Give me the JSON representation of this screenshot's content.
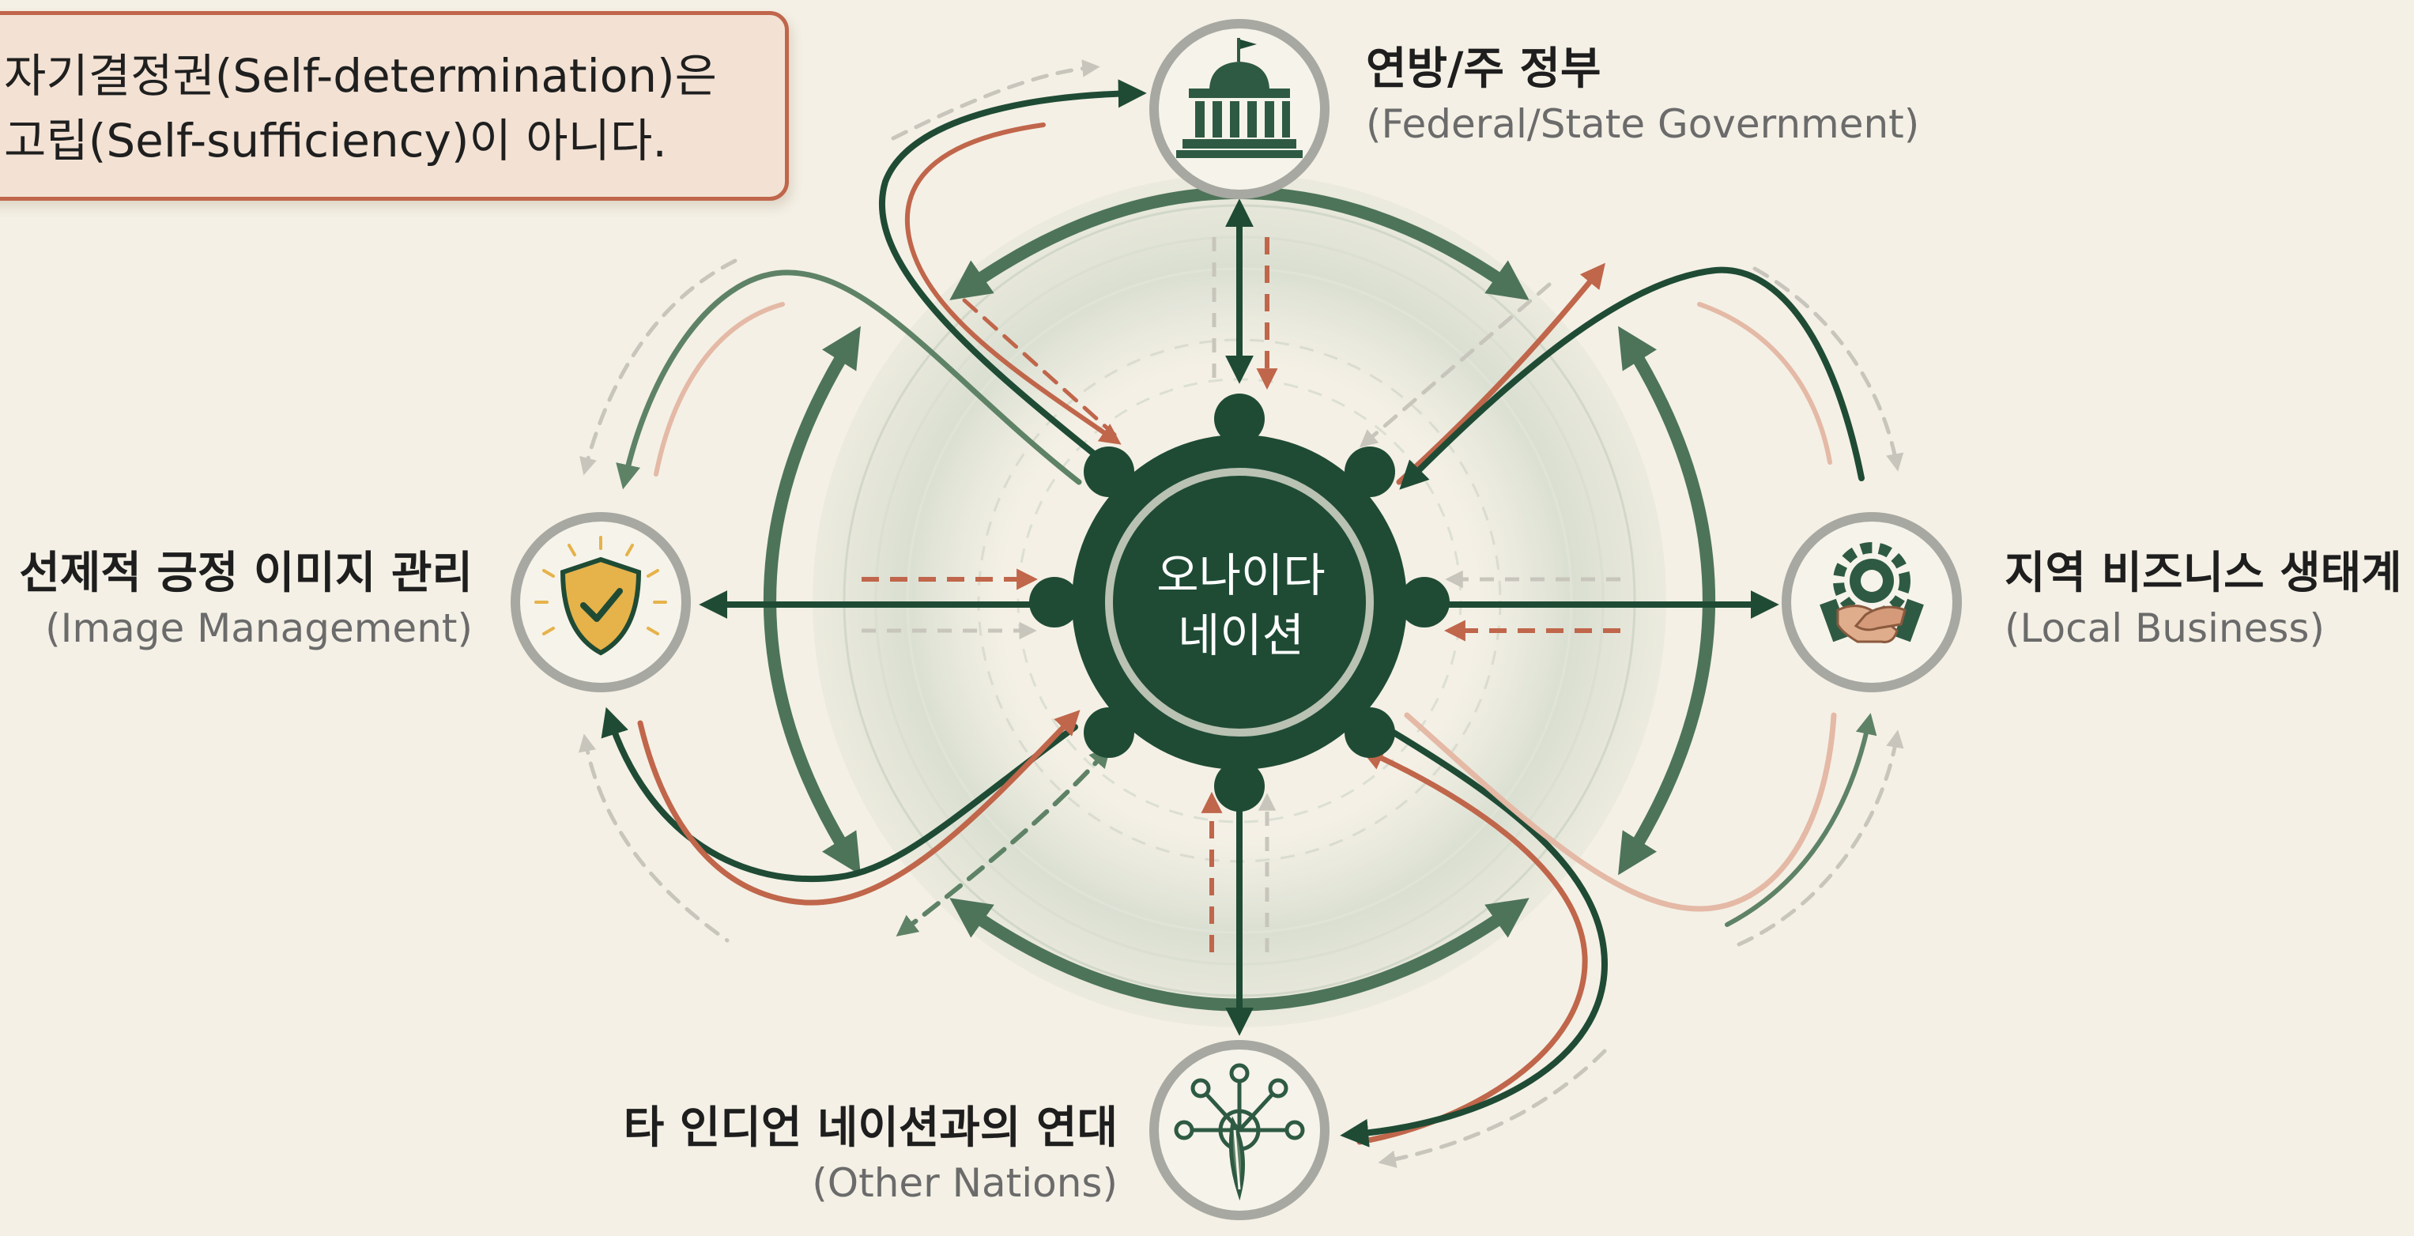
{
  "quote": {
    "line1": "자기결정권(Self-determination)은",
    "line2": "고립(Self-sufficiency)이 아니다."
  },
  "center": {
    "line1": "오나이다",
    "line2": "네이션",
    "icon": "gear-ring-icon"
  },
  "nodes": {
    "government": {
      "ko": "연방/주 정부",
      "en": "(Federal/State Government)",
      "icon": "capitol-building-icon"
    },
    "business": {
      "ko": "지역 비즈니스 생태계",
      "en": "(Local Business)",
      "icon": "gear-handshake-icon"
    },
    "image": {
      "ko": "선제적 긍정 이미지 관리",
      "en": "(Image Management)",
      "icon": "shield-check-icon"
    },
    "nations": {
      "ko": "타 인디언 네이션과의 연대",
      "en": "(Other Nations)",
      "icon": "network-feather-icon"
    }
  },
  "colors": {
    "background": "#f4f0e5",
    "dark_green": "#1f4b35",
    "mid_green": "#5e8266",
    "terracotta": "#c0664b",
    "quote_fill": "#f3e2d4",
    "gray": "#c8c6bc",
    "gold": "#e6b24a"
  }
}
